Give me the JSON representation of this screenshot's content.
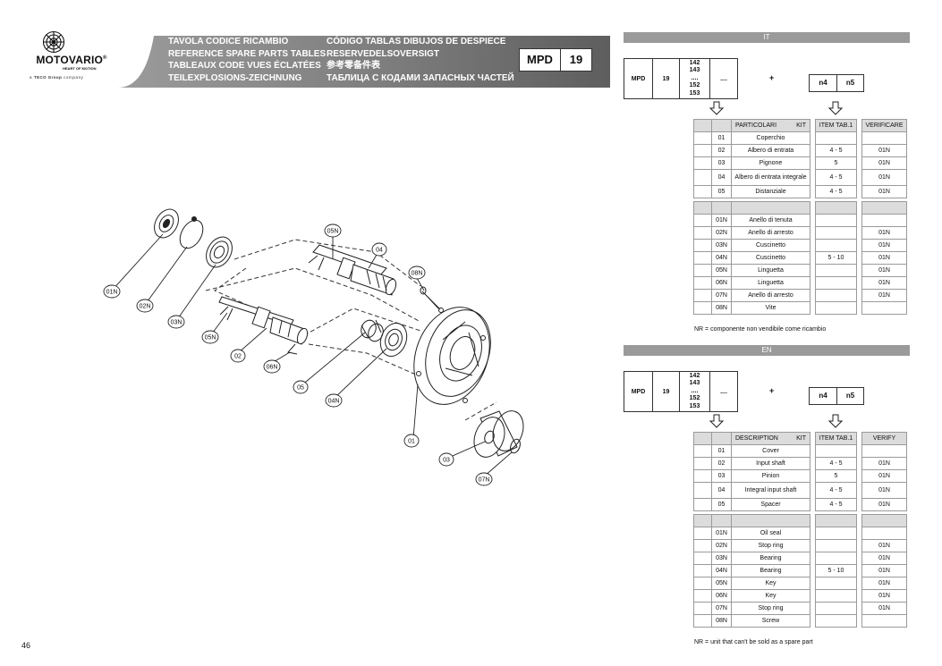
{
  "logo": {
    "brand": "MOTOVARIO",
    "registered": "®",
    "tagline": "HEART OF MOTION",
    "group_prefix": "a",
    "group_name": "TECO Group",
    "group_suffix": "company"
  },
  "header": {
    "titles_left": [
      "TAVOLA CODICE RICAMBIO",
      "REFERENCE SPARE PARTS TABLES",
      "TABLEAUX CODE VUES ÉCLATÉES",
      "TEILEXPLOSIONS-ZEICHNUNG"
    ],
    "titles_right": [
      "CÓDIGO TABLAS DIBUJOS DE DESPIECE",
      "RESERVEDELSOVERSIGT",
      "参考零备件表",
      "ТАБЛИЦА С КОДАМИ ЗАПАСНЫХ ЧАСТЕЙ"
    ],
    "product": "MPD",
    "size": "19"
  },
  "page_number": "46",
  "drawing_labels": [
    "01N",
    "02N",
    "03N",
    "05N",
    "04",
    "08N",
    "05N",
    "02",
    "06N",
    "05",
    "04N",
    "01",
    "03",
    "07N"
  ],
  "sections": [
    {
      "language": "IT",
      "code": {
        "mpd": "MPD",
        "size": "19",
        "ratios": [
          "142",
          "143",
          "....",
          "152",
          "153"
        ],
        "dots": "....",
        "plus": "+",
        "n4": "n4",
        "n5": "n5"
      },
      "top_header": {
        "part": "PARTICOLARI",
        "kit": "KIT",
        "item": "ITEM TAB.1",
        "verify": "VERIFICARE"
      },
      "top_rows": [
        {
          "code": "01",
          "name": "Coperchio",
          "item": "",
          "verify": ""
        },
        {
          "code": "02",
          "name": "Albero di entrata",
          "item": "4 - 5",
          "verify": "01N"
        },
        {
          "code": "03",
          "name": "Pignone",
          "item": "5",
          "verify": "01N"
        },
        {
          "code": "04",
          "name": "Albero di entrata integrale",
          "item": "4 - 5",
          "verify": "01N"
        },
        {
          "code": "05",
          "name": "Distanziale",
          "item": "4 - 5",
          "verify": "01N"
        }
      ],
      "bottom_rows": [
        {
          "code": "01N",
          "name": "Anello di tenuta",
          "item": "",
          "verify": ""
        },
        {
          "code": "02N",
          "name": "Anello di arresto",
          "item": "",
          "verify": "01N"
        },
        {
          "code": "03N",
          "name": "Cuscinetto",
          "item": "",
          "verify": "01N"
        },
        {
          "code": "04N",
          "name": "Cuscinetto",
          "item": "5 - 10",
          "verify": "01N"
        },
        {
          "code": "05N",
          "name": "Linguetta",
          "item": "",
          "verify": "01N"
        },
        {
          "code": "06N",
          "name": "Linguetta",
          "item": "",
          "verify": "01N"
        },
        {
          "code": "07N",
          "name": "Anello di arresto",
          "item": "",
          "verify": "01N"
        },
        {
          "code": "08N",
          "name": "Vite",
          "item": "",
          "verify": ""
        }
      ],
      "note": "NR = componente non vendibile come ricambio"
    },
    {
      "language": "EN",
      "code": {
        "mpd": "MPD",
        "size": "19",
        "ratios": [
          "142",
          "143",
          "....",
          "152",
          "153"
        ],
        "dots": "....",
        "plus": "+",
        "n4": "n4",
        "n5": "n5"
      },
      "top_header": {
        "part": "DESCRIPTION",
        "kit": "KIT",
        "item": "ITEM TAB.1",
        "verify": "VERIFY"
      },
      "top_rows": [
        {
          "code": "01",
          "name": "Cover",
          "item": "",
          "verify": ""
        },
        {
          "code": "02",
          "name": "Input shaft",
          "item": "4 - 5",
          "verify": "01N"
        },
        {
          "code": "03",
          "name": "Pinion",
          "item": "5",
          "verify": "01N"
        },
        {
          "code": "04",
          "name": "Integral input shaft",
          "item": "4 - 5",
          "verify": "01N"
        },
        {
          "code": "05",
          "name": "Spacer",
          "item": "4 - 5",
          "verify": "01N"
        }
      ],
      "bottom_rows": [
        {
          "code": "01N",
          "name": "Oil seal",
          "item": "",
          "verify": ""
        },
        {
          "code": "02N",
          "name": "Stop ring",
          "item": "",
          "verify": "01N"
        },
        {
          "code": "03N",
          "name": "Bearing",
          "item": "",
          "verify": "01N"
        },
        {
          "code": "04N",
          "name": "Bearing",
          "item": "5 - 10",
          "verify": "01N"
        },
        {
          "code": "05N",
          "name": "Key",
          "item": "",
          "verify": "01N"
        },
        {
          "code": "06N",
          "name": "Key",
          "item": "",
          "verify": "01N"
        },
        {
          "code": "07N",
          "name": "Stop ring",
          "item": "",
          "verify": "01N"
        },
        {
          "code": "08N",
          "name": "Screw",
          "item": "",
          "verify": ""
        }
      ],
      "note": "NR = unit that can't be sold as a spare part"
    }
  ]
}
